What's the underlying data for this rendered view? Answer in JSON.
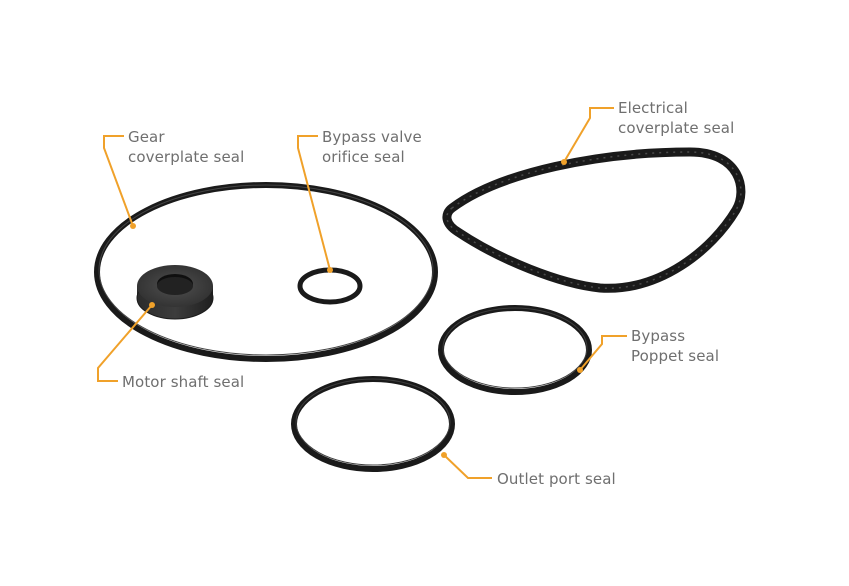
{
  "colors": {
    "seal": "#1a1a1a",
    "seal_highlight": "#3a3a3a",
    "leader": "#f0a12a",
    "label_text": "#6f6f6f"
  },
  "labels": {
    "gear_coverplate": [
      "Gear",
      "coverplate seal"
    ],
    "bypass_valve_orifice": [
      "Bypass valve",
      "orifice seal"
    ],
    "electrical_coverplate": [
      "Electrical",
      "coverplate seal"
    ],
    "motor_shaft": [
      "Motor shaft seal"
    ],
    "bypass_poppet": [
      "Bypass",
      "Poppet seal"
    ],
    "outlet_port": [
      "Outlet port seal"
    ]
  }
}
